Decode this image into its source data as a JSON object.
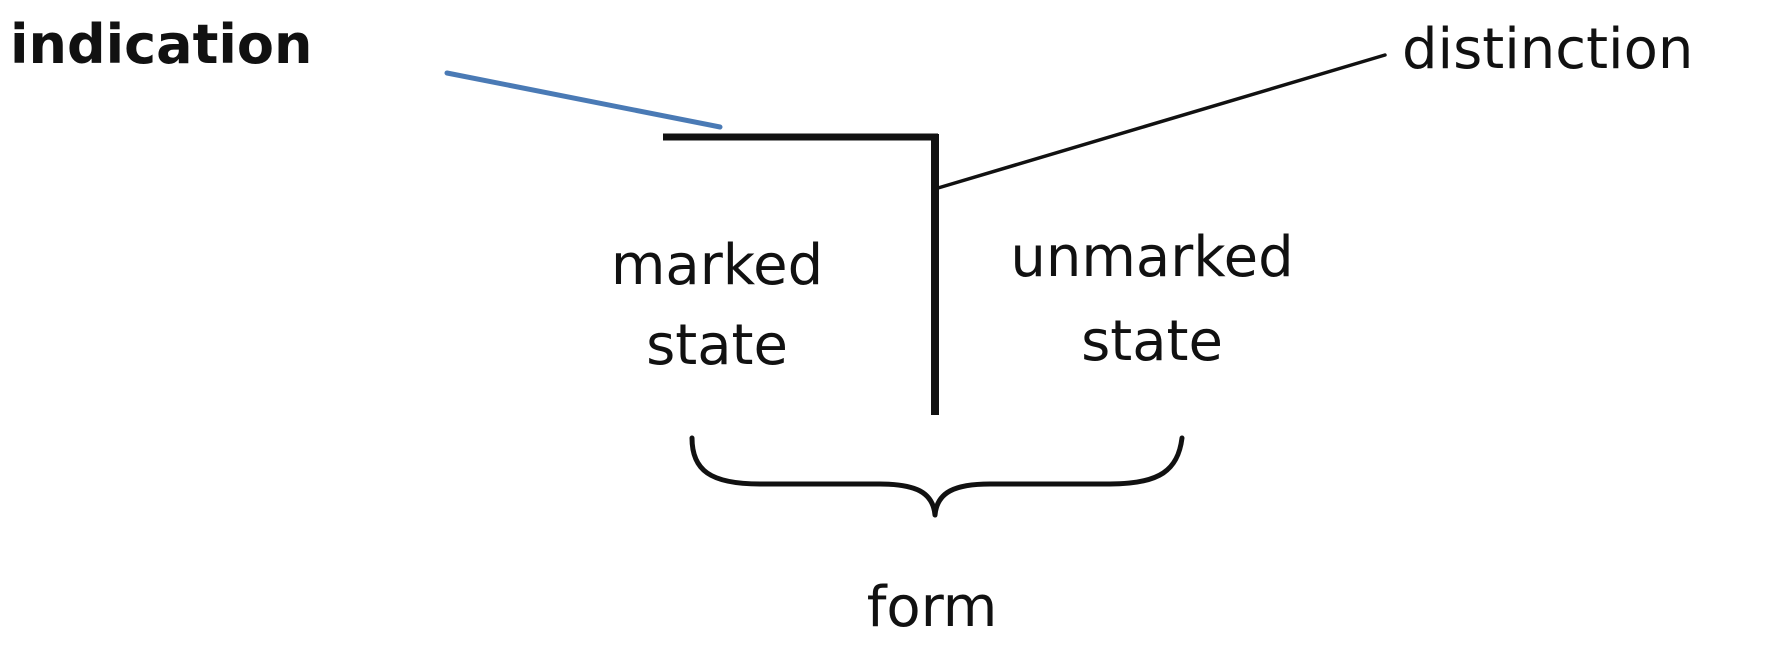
{
  "labels": {
    "indication": "indication",
    "distinction": "distinction",
    "marked_line1": "marked",
    "marked_line2": "state",
    "unmarked_line1": "unmarked",
    "unmarked_line2": "state",
    "form": "form"
  },
  "colors": {
    "ink": "#111111",
    "indication_pointer": "#4a7ab5"
  }
}
